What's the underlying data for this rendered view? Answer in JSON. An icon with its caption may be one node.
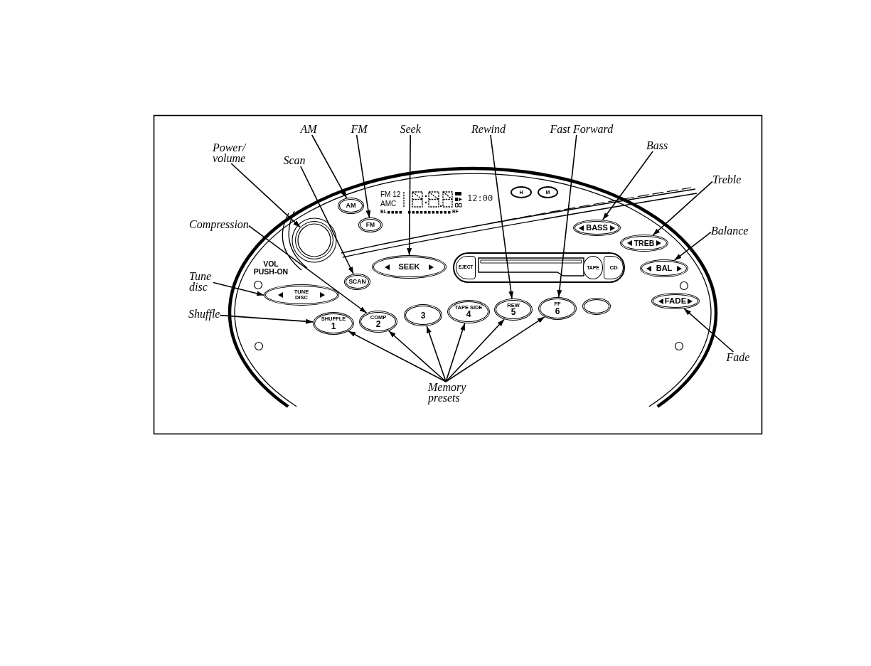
{
  "diagram": {
    "nodes": [
      {
        "text": [
          "AM"
        ]
      },
      {
        "text": [
          "FM"
        ]
      },
      {
        "text": [
          "Seek"
        ]
      },
      {
        "text": [
          "Rewind"
        ]
      },
      {
        "text": [
          "Fast Forward"
        ]
      },
      {
        "text": [
          "Bass"
        ]
      },
      {
        "text": [
          "Power/ volume"
        ]
      },
      {
        "text": [
          "Scan"
        ]
      },
      {
        "text": [
          "Treble"
        ]
      },
      {
        "text": [
          "H"
        ]
      },
      {
        "text": [
          "M"
        ]
      },
      {
        "text": [
          "AM"
        ]
      },
      {
        "text": [
          "Compression"
        ]
      },
      {
        "text": [
          "FM"
        ]
      },
      {
        "text": [
          "BASS"
        ]
      },
      {
        "text": [
          "Balance"
        ]
      },
      {
        "text": [],
        "shape": "circle"
      },
      {
        "text": [
          "TREB"
        ]
      },
      {
        "text": [
          "SEEK"
        ]
      },
      {
        "text": [
          "EJECT"
        ]
      },
      {
        "text": [
          "TAPE"
        ]
      },
      {
        "text": [
          "CD"
        ]
      },
      {
        "text": [
          "BAL"
        ]
      },
      {
        "text": [
          "SCAN"
        ]
      },
      {
        "text": [
          "Tune disc"
        ]
      },
      {
        "text": [
          "TUNE DISC"
        ]
      },
      {
        "text": [
          "FADE"
        ]
      },
      {
        "text": [
          "Shuffle"
        ]
      },
      {
        "text": [
          "SHUFFLE",
          "1"
        ]
      },
      {
        "text": [
          "COMP",
          "2"
        ]
      },
      {
        "text": [
          "3"
        ]
      },
      {
        "text": [
          "TAPE SIDE",
          "4"
        ]
      },
      {
        "text": [
          "REW",
          "5"
        ]
      },
      {
        "text": [
          "FF",
          "6"
        ]
      },
      {
        "text": [],
        "shape": "oval"
      },
      {
        "text": [
          "Fade"
        ]
      },
      {
        "text": [
          "Memory presets"
        ]
      }
    ],
    "edges": [
      {
        "from": 0,
        "to": 11,
        "arrow": "to"
      },
      {
        "from": 1,
        "to": 13,
        "arrow": "to"
      },
      {
        "from": 2,
        "to": 18,
        "arrow": "to"
      },
      {
        "from": 3,
        "to": 32,
        "arrow": "to"
      },
      {
        "from": 4,
        "to": 33,
        "arrow": "to"
      },
      {
        "from": 5,
        "to": 14,
        "arrow": "to"
      },
      {
        "from": 8,
        "to": 17,
        "arrow": "to"
      },
      {
        "from": 15,
        "to": 22,
        "arrow": "to"
      },
      {
        "from": 6,
        "to": 16,
        "arrow": "to"
      },
      {
        "from": 7,
        "to": 23,
        "arrow": "to"
      },
      {
        "from": 12,
        "to": 29,
        "arrow": "to"
      },
      {
        "from": 24,
        "to": 25,
        "arrow": "to"
      },
      {
        "from": 27,
        "to": 28,
        "arrow": "to"
      },
      {
        "from": 36,
        "to": 28,
        "arrow": "to"
      },
      {
        "from": 36,
        "to": 29,
        "arrow": "to"
      },
      {
        "from": 36,
        "to": 30,
        "arrow": "to"
      },
      {
        "from": 36,
        "to": 31,
        "arrow": "to"
      },
      {
        "from": 36,
        "to": 32,
        "arrow": "to"
      },
      {
        "from": 36,
        "to": 33,
        "arrow": "to"
      },
      {
        "from": 35,
        "to": 26,
        "arrow": "to"
      }
    ],
    "labels": [
      "FM 12",
      "12:00",
      "AMC",
      "BL",
      "RF",
      "VOL PUSH-ON"
    ]
  }
}
